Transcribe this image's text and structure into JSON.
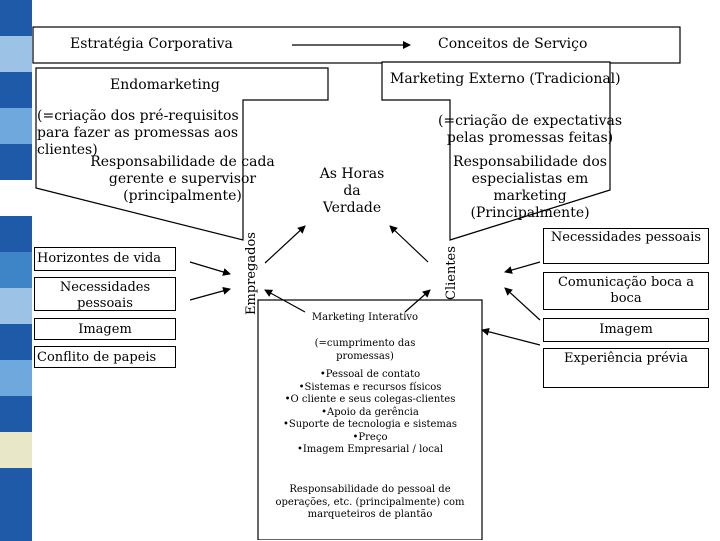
{
  "stripe_colors": [
    "#1e5aa8",
    "#9cc3e6",
    "#1e5aa8",
    "#6fa8dc",
    "#1e5aa8",
    "#ffffff",
    "#1e5aa8",
    "#3d85c6",
    "#9cc3e6",
    "#1e5aa8",
    "#6fa8dc",
    "#1e5aa8",
    "#e8e8c8",
    "#1e5aa8",
    "#1e5aa8"
  ],
  "top": {
    "left_label": "Estratégia Corporativa",
    "right_label": "Conceitos de Serviço"
  },
  "internal": {
    "title": "Endomarketing",
    "description": "(=criação dos pré-requisitos para fazer as promessas aos clientes)",
    "responsibility": "Responsabilidade de cada gerente e supervisor (principalmente)"
  },
  "external": {
    "title": "Marketing Externo (Tradicional)",
    "description": "(=criação de expectativas pelas promessas feitas)",
    "responsibility": "Responsabilidade dos especialistas em marketing (Principalmente)"
  },
  "moments_of_truth": "As Horas da Verdade",
  "employees_label": "Empregados",
  "customers_label": "Clientes",
  "left_factors": [
    "Horizontes de vida",
    "Necessidades pessoais",
    "Imagem",
    "Conflito de papeis"
  ],
  "right_factors": [
    "Necessidades pessoais",
    "Comunicação boca a boca",
    "Imagem",
    "Experiência prévia"
  ],
  "interactive": {
    "title": "Marketing Interativo",
    "subtitle": "(=cumprimento das promessas)",
    "items": [
      "•Pessoal de contato",
      "•Sistemas e recursos físicos",
      "•O cliente e seus colegas-clientes",
      "•Apoio da gerência",
      "•Suporte de tecnologia e sistemas",
      "•Preço",
      "•Imagem Empresarial / local"
    ],
    "responsibility": "Responsabilidade do pessoal de operações, etc. (principalmente) com marqueteiros de plantão"
  }
}
